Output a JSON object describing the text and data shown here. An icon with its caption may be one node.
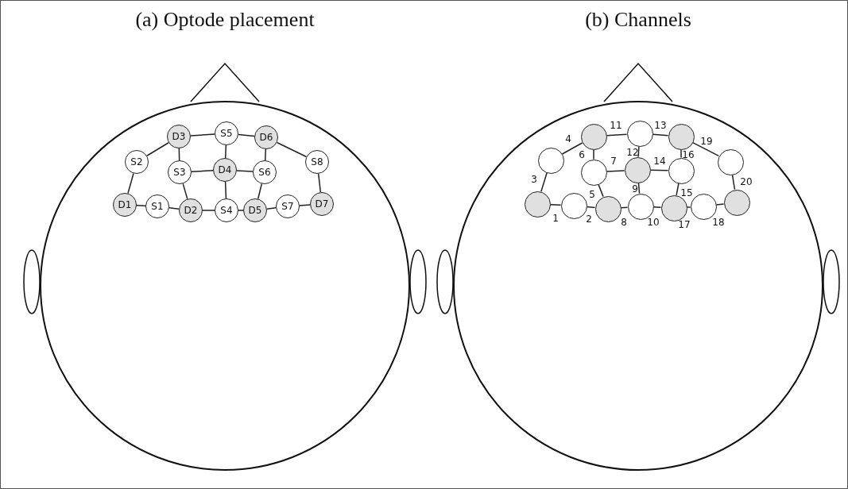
{
  "diagram": {
    "nodes": [
      {
        "text": [
          "(a) Optode placement"
        ]
      },
      {
        "text": [
          "D3"
        ],
        "in": 0
      },
      {
        "text": [
          "S5"
        ],
        "in": 0
      },
      {
        "text": [
          "D6"
        ],
        "in": 0
      },
      {
        "text": [
          "S2"
        ],
        "in": 0
      },
      {
        "text": [
          "S3"
        ],
        "in": 0
      },
      {
        "text": [
          "D4"
        ],
        "in": 0
      },
      {
        "text": [
          "S6"
        ],
        "in": 0
      },
      {
        "text": [
          "S8"
        ],
        "in": 0
      },
      {
        "text": [
          "D1"
        ],
        "in": 0
      },
      {
        "text": [
          "S1"
        ],
        "in": 0
      },
      {
        "text": [
          "D2"
        ],
        "in": 0
      },
      {
        "text": [
          "S4"
        ],
        "in": 0
      },
      {
        "text": [
          "D5"
        ],
        "in": 0
      },
      {
        "text": [
          "S7"
        ],
        "in": 0
      },
      {
        "text": [
          "D7"
        ],
        "in": 0
      },
      {
        "text": [
          "(b) Channels"
        ]
      },
      {
        "text": [],
        "shape": "circle",
        "in": 16
      },
      {
        "text": [],
        "shape": "circle",
        "in": 16
      },
      {
        "text": [],
        "shape": "circle",
        "in": 16
      },
      {
        "text": [],
        "shape": "circle",
        "in": 16
      },
      {
        "text": [],
        "shape": "circle",
        "in": 16
      },
      {
        "text": [],
        "shape": "circle",
        "in": 16
      },
      {
        "text": [],
        "shape": "circle",
        "in": 16
      },
      {
        "text": [],
        "shape": "circle",
        "in": 16
      },
      {
        "text": [],
        "shape": "circle",
        "in": 16
      },
      {
        "text": [],
        "shape": "circle",
        "in": 16
      },
      {
        "text": [],
        "shape": "circle",
        "in": 16
      },
      {
        "text": [],
        "shape": "circle",
        "in": 16
      },
      {
        "text": [],
        "shape": "circle",
        "in": 16
      },
      {
        "text": [],
        "shape": "circle",
        "in": 16
      },
      {
        "text": [],
        "shape": "circle",
        "in": 16
      }
    ],
    "edges": [
      {
        "from": 9,
        "to": 10,
        "arrow": "none"
      },
      {
        "from": 10,
        "to": 11,
        "arrow": "none"
      },
      {
        "from": 9,
        "to": 4,
        "arrow": "none"
      },
      {
        "from": 4,
        "to": 1,
        "arrow": "none"
      },
      {
        "from": 5,
        "to": 11,
        "arrow": "none"
      },
      {
        "from": 1,
        "to": 5,
        "arrow": "none"
      },
      {
        "from": 5,
        "to": 6,
        "arrow": "none"
      },
      {
        "from": 11,
        "to": 12,
        "arrow": "none"
      },
      {
        "from": 6,
        "to": 12,
        "arrow": "none"
      },
      {
        "from": 12,
        "to": 13,
        "arrow": "none"
      },
      {
        "from": 1,
        "to": 2,
        "arrow": "none"
      },
      {
        "from": 2,
        "to": 6,
        "arrow": "none"
      },
      {
        "from": 2,
        "to": 3,
        "arrow": "none"
      },
      {
        "from": 6,
        "to": 7,
        "arrow": "none"
      },
      {
        "from": 7,
        "to": 13,
        "arrow": "none"
      },
      {
        "from": 3,
        "to": 7,
        "arrow": "none"
      },
      {
        "from": 13,
        "to": 14,
        "arrow": "none"
      },
      {
        "from": 14,
        "to": 15,
        "arrow": "none"
      },
      {
        "from": 3,
        "to": 8,
        "arrow": "none"
      },
      {
        "from": 8,
        "to": 15,
        "arrow": "none"
      },
      {
        "from": 25,
        "to": 26,
        "arrow": "none",
        "label": "1"
      },
      {
        "from": 26,
        "to": 27,
        "arrow": "none",
        "label": "2"
      },
      {
        "from": 25,
        "to": 20,
        "arrow": "none",
        "label": "3"
      },
      {
        "from": 20,
        "to": 17,
        "arrow": "none",
        "label": "4"
      },
      {
        "from": 21,
        "to": 27,
        "arrow": "none",
        "label": "5"
      },
      {
        "from": 17,
        "to": 21,
        "arrow": "none",
        "label": "6"
      },
      {
        "from": 21,
        "to": 22,
        "arrow": "none",
        "label": "7"
      },
      {
        "from": 27,
        "to": 28,
        "arrow": "none",
        "label": "8"
      },
      {
        "from": 22,
        "to": 28,
        "arrow": "none",
        "label": "9"
      },
      {
        "from": 28,
        "to": 29,
        "arrow": "none",
        "label": "10"
      },
      {
        "from": 17,
        "to": 18,
        "arrow": "none",
        "label": "11"
      },
      {
        "from": 18,
        "to": 22,
        "arrow": "none",
        "label": "12"
      },
      {
        "from": 18,
        "to": 19,
        "arrow": "none",
        "label": "13"
      },
      {
        "from": 22,
        "to": 23,
        "arrow": "none",
        "label": "14"
      },
      {
        "from": 23,
        "to": 29,
        "arrow": "none",
        "label": "15"
      },
      {
        "from": 19,
        "to": 23,
        "arrow": "none",
        "label": "16"
      },
      {
        "from": 29,
        "to": 30,
        "arrow": "none",
        "label": "17"
      },
      {
        "from": 30,
        "to": 31,
        "arrow": "none",
        "label": "18"
      },
      {
        "from": 19,
        "to": 24,
        "arrow": "none",
        "label": "19"
      },
      {
        "from": 24,
        "to": 31,
        "arrow": "none",
        "label": "20"
      }
    ]
  }
}
